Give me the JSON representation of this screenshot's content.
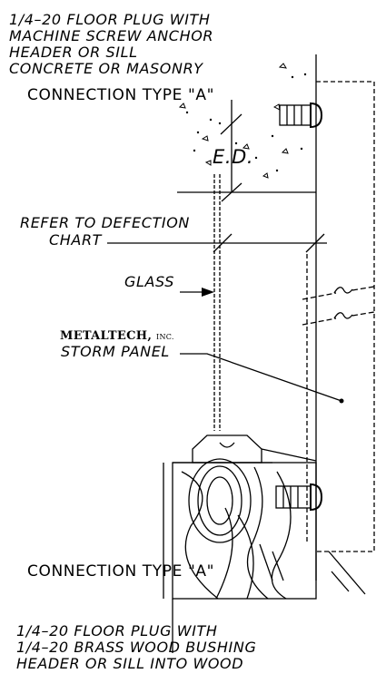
{
  "top_note": {
    "line1": "1/4–20 FLOOR PLUG WITH",
    "line2": "MACHINE SCREW ANCHOR",
    "line3": "HEADER OR SILL",
    "line4": "CONCRETE OR MASONRY"
  },
  "connection_top": "CONNECTION TYPE \"A\"",
  "edge_distance": "E.D.",
  "deflection_note": {
    "line1": "REFER TO DEFECTION",
    "line2": "CHART"
  },
  "glass_label": "GLASS",
  "brand": {
    "name": "METALTECH,",
    "suffix": "INC."
  },
  "storm_panel_label": "STORM PANEL",
  "connection_bottom": "CONNECTION TYPE \"A\"",
  "bottom_note": {
    "line1": "1/4–20 FLOOR PLUG WITH",
    "line2": "1/4–20 BRASS WOOD BUSHING",
    "line3": "HEADER OR SILL INTO WOOD"
  }
}
